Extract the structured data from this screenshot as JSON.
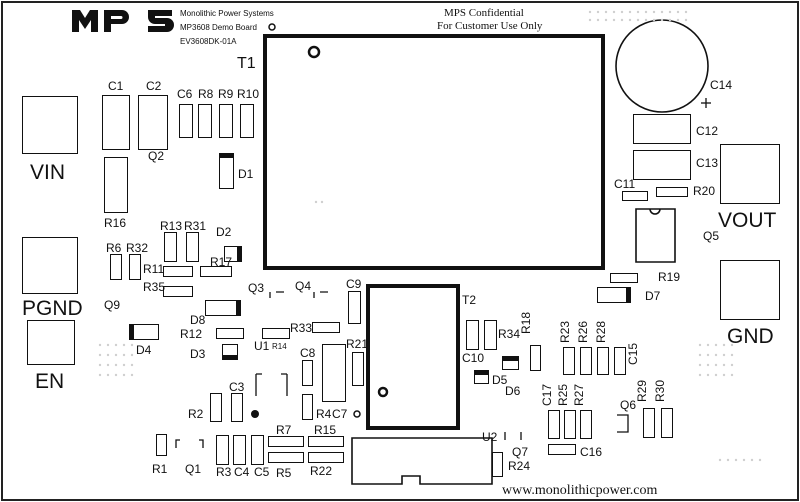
{
  "header": {
    "logo": "MPS",
    "company": "Monolithic Power Systems",
    "board": "MP3608 Demo Board",
    "part": "EV3608DK-01A",
    "confidential_line1": "MPS Confidential",
    "confidential_line2": "For Customer Use Only"
  },
  "footer": {
    "url": "www.monolithicpower.com"
  },
  "terminals": {
    "vin": "VIN",
    "pgnd": "PGND",
    "en": "EN",
    "vout": "VOUT",
    "gnd": "GND"
  },
  "components": {
    "t1": "T1",
    "t2": "T2",
    "c1": "C1",
    "c2": "C2",
    "c3": "C3",
    "c4": "C4",
    "c5": "C5",
    "c6": "C6",
    "c7": "C7",
    "c8": "C8",
    "c9": "C9",
    "c10": "C10",
    "c11": "C11",
    "c12": "C12",
    "c13": "C13",
    "c14": "C14",
    "c15": "C15",
    "c16": "C16",
    "c17": "C17",
    "r1": "R1",
    "r2": "R2",
    "r3": "R3",
    "r4": "R4",
    "r5": "R5",
    "r6": "R6",
    "r7": "R7",
    "r8": "R8",
    "r9": "R9",
    "r10": "R10",
    "r11": "R11",
    "r12": "R12",
    "r13": "R13",
    "r14": "R14",
    "r15": "R15",
    "r16": "R16",
    "r17": "R17",
    "r18": "R18",
    "r19": "R19",
    "r20": "R20",
    "r21": "R21",
    "r22": "R22",
    "r23": "R23",
    "r24": "R24",
    "r25": "R25",
    "r26": "R26",
    "r27": "R27",
    "r28": "R28",
    "r29": "R29",
    "r30": "R30",
    "r31": "R31",
    "r32": "R32",
    "r33": "R33",
    "r34": "R34",
    "r35": "R35",
    "d1": "D1",
    "d2": "D2",
    "d3": "D3",
    "d4": "D4",
    "d5": "D5",
    "d6": "D6",
    "d7": "D7",
    "d8": "D8",
    "q1": "Q1",
    "q2": "Q2",
    "q3": "Q3",
    "q4": "Q4",
    "q5": "Q5",
    "q6": "Q6",
    "q7": "Q7",
    "q9": "Q9",
    "u1": "U1",
    "u2": "U2"
  }
}
